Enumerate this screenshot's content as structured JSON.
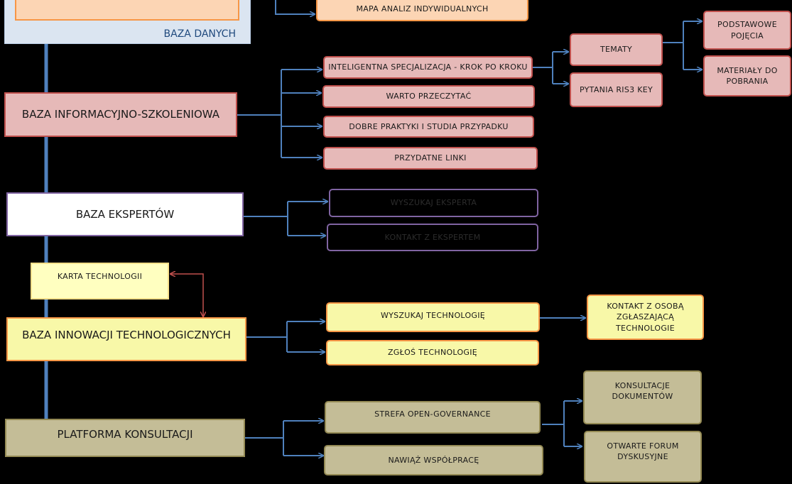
{
  "baza_danych": {
    "label": "BAZA DANYCH",
    "items": [
      "MAPA ANALIZ INDYWIDUALNYCH"
    ]
  },
  "baza_informacyjno": {
    "title": "BAZA INFORMACYJNO-SZKOLENIOWA",
    "items": [
      "INTELIGENTNA SPECJALIZACJA - KROK PO KROKU",
      "WARTO PRZECZYTAĆ",
      "DOBRE PRAKTYKI I STUDIA PRZYPADKU",
      "PRZYDATNE LINKI"
    ],
    "sub": [
      "TEMATY",
      "PYTANIA RIS3 KEY"
    ],
    "sub2": [
      "PODSTAWOWE POJĘCIA",
      "MATERIAŁY DO POBRANIA"
    ]
  },
  "baza_ekspertow": {
    "title": "BAZA EKSPERTÓW",
    "items": [
      "WYSZUKAJ EKSPERTA",
      "KONTAKT Z EKSPERTEM"
    ]
  },
  "karta_technologii": {
    "label": "KARTA TECHNOLOGII"
  },
  "baza_innowacji": {
    "title": "BAZA INNOWACJI TECHNOLOGICZNYCH",
    "items": [
      "WYSZUKAJ TECHNOLOGIĘ",
      "ZGŁOŚ TECHNOLOGIĘ"
    ],
    "sub": [
      "KONTAKT Z OSOBĄ ZGŁASZAJĄCĄ TECHNOLOGIE"
    ]
  },
  "platforma": {
    "title": "PLATFORMA KONSULTACJI",
    "items": [
      "STREFA OPEN-GOVERNANCE",
      "NAWIĄŻ WSPÓŁPRACĘ"
    ],
    "sub": [
      "KONSULTACJE DOKUMENTÓW",
      "OTWARTE FORUM DYSKUSYJNE"
    ]
  },
  "colors": {
    "spine": "#4f81bd",
    "arrow": "#4f81bd",
    "karta_arrow": "#c0504d"
  }
}
